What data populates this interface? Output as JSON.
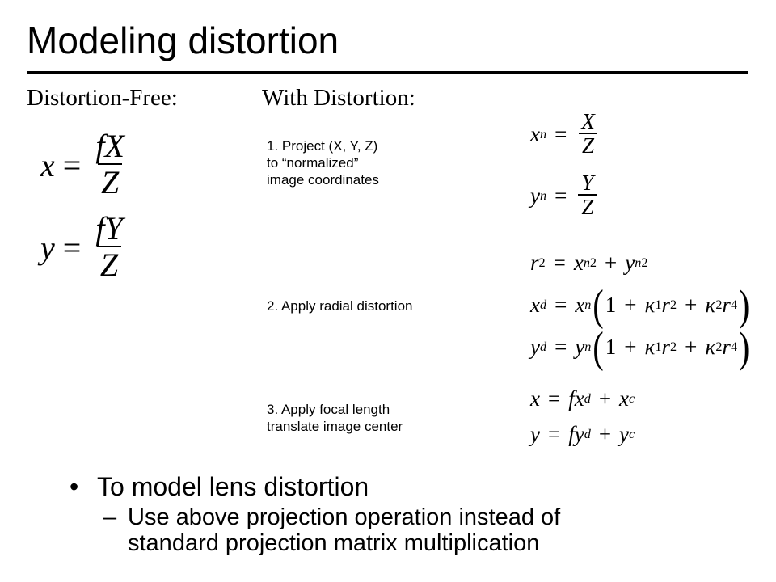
{
  "title": "Modeling distortion",
  "headers": {
    "free": "Distortion-Free:",
    "with": "With Distortion:"
  },
  "steps": {
    "step1": "1. Project  (X, Y, Z)\nto “normalized”\nimage coordinates",
    "step2": "2. Apply radial distortion",
    "step3": "3. Apply focal length\ntranslate image center"
  },
  "bullets": {
    "main_mark": "•",
    "main": "To model lens distortion",
    "sub_mark": "–",
    "sub": "Use above projection operation instead of\nstandard projection matrix multiplication"
  }
}
